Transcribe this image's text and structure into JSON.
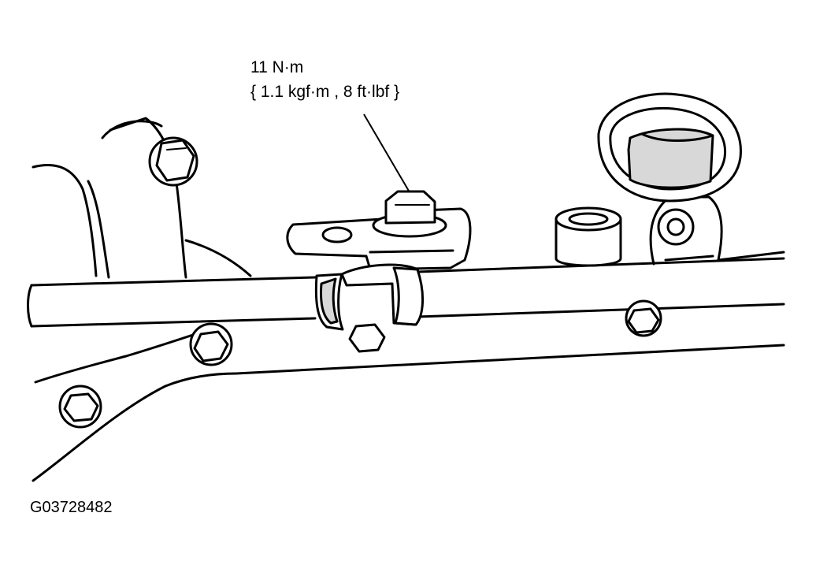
{
  "callout": {
    "torque_line1": "11 N·m",
    "torque_line2": "{ 1.1 kgf·m , 8 ft·lbf }"
  },
  "figure": {
    "id": "G03728482"
  }
}
